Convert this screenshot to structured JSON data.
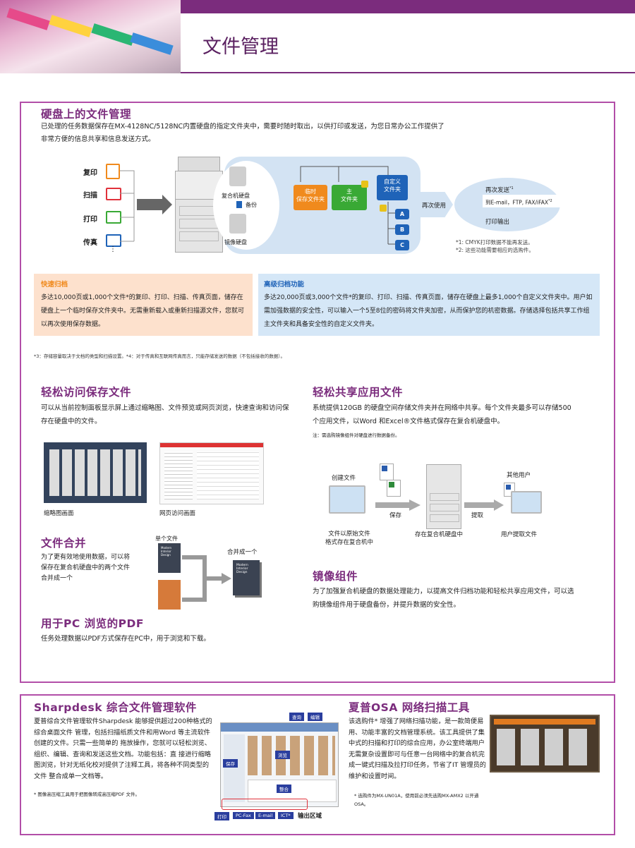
{
  "header": {
    "title": "文件管理"
  },
  "hdd": {
    "title": "硬盘上的文件管理",
    "desc_line1": "已处理的任务数据保存在MX-4128NC/5128NC内置硬盘的指定文件夹中，需要时随时取出，以供打印或发送，为您日常办公工作提供了",
    "desc_line2": "非常方便的信息共享和信息发送方式。",
    "inputs": [
      "复印",
      "扫描",
      "打印",
      "传真"
    ],
    "inputs_more": "⋮",
    "hdd_label": "复合机硬盘",
    "backup": "备份",
    "mirror_label": "镜像硬盘",
    "folder_temp": "临时\n保存文件夹",
    "folder_main": "主\n文件夹",
    "folder_custom": "自定义\n文件夹",
    "sub_folders": [
      "A",
      "B",
      "C"
    ],
    "reuse": "再次使用",
    "resend": "再次发送",
    "resend_sup": "*1",
    "send_targets": "到E-mail，FTP, FAX/iFAX",
    "send_sup": "*2",
    "print_out": "打印输出",
    "note1": "*1: CMYK打印数据不能再发送。",
    "note2": "*2: 这些功能需要相应的选购件。"
  },
  "quick": {
    "title": "快速归档",
    "text": "多达10,000页或1,000个文件*的复印、打印、扫描、传真页面，储存在硬盘上一个临时保存文件夹中。无需重新载入或重新扫描源文件，您就可以再次使用保存数据。"
  },
  "advanced": {
    "title": "高级归档功能",
    "text": "多达20,000页或3,000个文件*的复印、打印、扫描、传真页面，储存在硬盘上最多1,000个自定义文件夹中。用户如需加强数据的安全性，可以输入一个5至8位的密码将文件夹加密，从而保护您的机密数据。存储选择包括共享工作组主文件夹和具备安全性的自定义文件夹。"
  },
  "footnote": "*3：存储容量取决于文档的类型和扫描设置。*4：对于传真和互联网传真而言，只能存储发送的数据（不包括接收的数据）。",
  "access": {
    "title": "轻松访问保存文件",
    "text": "可以从当前控制面板显示屏上通过缩略图、文件预览或网页浏览，快速查询和访问保存在硬盘中的文件。",
    "cap1": "缩略图画面",
    "cap2": "网页访问画面"
  },
  "merge": {
    "title": "文件合并",
    "text": "为了更有效地使用数据，可以将保存在复合机硬盘中的两个文件合并成一个",
    "single": "单个文件",
    "merged": "合并成一个",
    "book_title": "Modern\nInterior\nDesign"
  },
  "pdf": {
    "title": "用于PC 浏览的PDF",
    "text": "任务处理数据以PDF方式保存在PC中，用于浏览和下载。"
  },
  "share": {
    "title": "轻松共享应用文件",
    "text": "系统提供120GB 的硬盘空间存储文件夹并在网络中共享。每个文件夹最多可以存储500个应用文件，以Word 和Excel®文件格式保存在复合机硬盘中。",
    "note": "注：需选购镜像组件对硬盘进行数据备份。",
    "create": "创建文件",
    "other_user": "其他用户",
    "save": "保存",
    "extract": "提取",
    "cap_left": "文件以原始文件\n格式存在复合机中",
    "cap_mid": "存在复合机硬盘中",
    "cap_right": "用户提取文件"
  },
  "mirror": {
    "title": "镜像组件",
    "text": "为了加强复合机硬盘的数据处理能力，以提高文件归档功能和轻松共享应用文件，可以选购镜像组件用于硬盘备份，并提升数据的安全性。"
  },
  "sharpdesk": {
    "title": "Sharpdesk 综合文件管理软件",
    "text": "夏普综合文件管理软件Sharpdesk 能够提供超过200种格式的综合桌面文件 管理，包括扫描纸质文件和用Word 等主流软件创建的文件。只需一些简单的 拖放操作，您就可以轻松浏览、组织、编辑、查询和发送这些文档。功能包括：直 接进行缩略图浏览，针对无纸化校对提供了注释工具，将各种不同类型的文件 整合成单一文档等。",
    "note": "* 图像高压缩工具用于把图像转成高压缩PDF 文件。",
    "tags_top": [
      "查询",
      "编辑"
    ],
    "tag_save": "保存",
    "tag_browse": "浏览",
    "tag_merge": "整合",
    "tags_bottom": [
      "打印",
      "PC-Fax",
      "E-mail",
      "ICT*"
    ],
    "output_area": "输出区域"
  },
  "osa": {
    "title": "夏普OSA 网络扫描工具",
    "text": "该选购件* 增强了网络扫描功能，是一款简便易用、功能丰富的文档管理系统。该工具提供了集中式的扫描和打印的综合应用，办公室终端用户无需复杂设置即可与任意一台网络中的复合机完成一键式扫描及拉打印任务，节省了IT 管理员的维护和设置时间。",
    "note": "* 选购件为MX-UN01A，使用前必须先选购MX-AMX2 以开通OSA。"
  },
  "colors": {
    "accent": "#7b2c7d",
    "frame": "#b24ea8",
    "orange": "#f08a1d",
    "green": "#39a935",
    "blue": "#1f63b8"
  }
}
